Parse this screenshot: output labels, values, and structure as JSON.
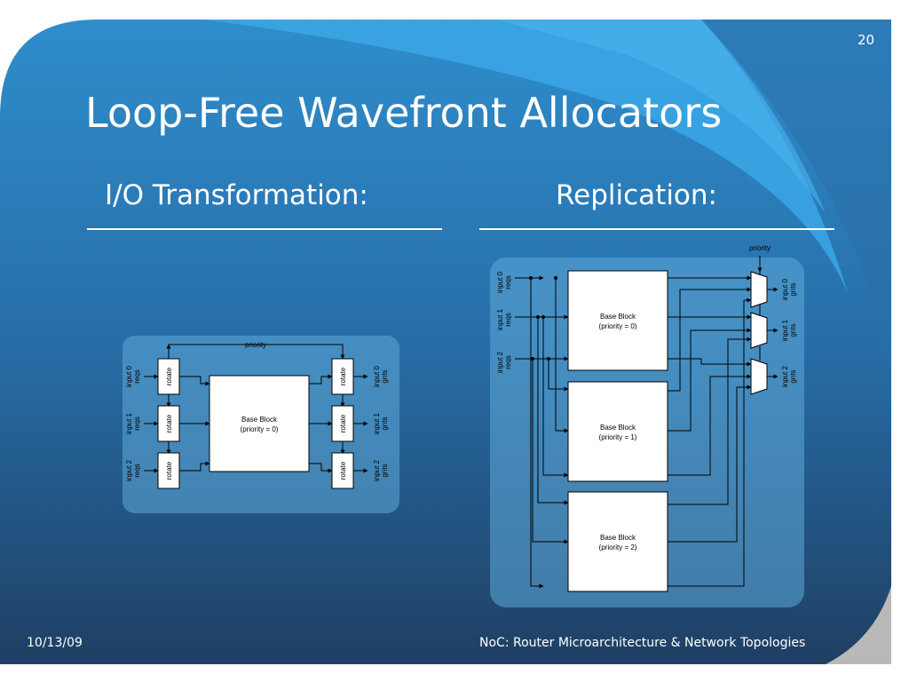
{
  "slide": {
    "page_number": "20",
    "title": "Loop-Free Wavefront Allocators",
    "left_heading": "I/O Transformation:",
    "right_heading": "Replication:",
    "footer_date": "10/13/09",
    "footer_title": "NoC: Router Microarchitecture & Network Topologies"
  },
  "io_diagram": {
    "priority_label": "priority",
    "input_labels": [
      [
        "input 0",
        "reqs"
      ],
      [
        "input 1",
        "reqs"
      ],
      [
        "input 2",
        "reqs"
      ]
    ],
    "output_labels": [
      [
        "input 0",
        "gnts"
      ],
      [
        "input 1",
        "gnts"
      ],
      [
        "input 2",
        "gnts"
      ]
    ],
    "rotate_label": "rotate",
    "base_block": [
      "Base Block",
      "(priority = 0)"
    ]
  },
  "rep_diagram": {
    "priority_label": "priority",
    "input_labels": [
      [
        "input 0",
        "reqs"
      ],
      [
        "input 1",
        "reqs"
      ],
      [
        "input 2",
        "reqs"
      ]
    ],
    "output_labels": [
      [
        "input 0",
        "gnts"
      ],
      [
        "input 1",
        "gnts"
      ],
      [
        "input 2",
        "gnts"
      ]
    ],
    "blocks": [
      [
        "Base Block",
        "(priority = 0)"
      ],
      [
        "Base Block",
        "(priority = 1)"
      ],
      [
        "Base Block",
        "(priority = 2)"
      ]
    ]
  },
  "colors": {
    "background_dark": "#1f3f63",
    "background_light": "#37a5e4",
    "text": "#ffffff",
    "glow": "#5fa9d8"
  }
}
